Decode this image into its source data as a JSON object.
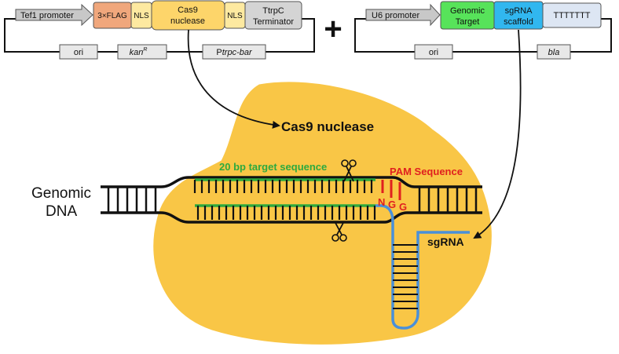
{
  "plasmid1": {
    "promoter": "Tef1 promoter",
    "flag": "3×FLAG",
    "nls1": "NLS",
    "cas9_line1": "Cas9",
    "cas9_line2": "nuclease",
    "nls2": "NLS",
    "term_line1": "TtrpC",
    "term_line2": "Terminator",
    "ori": "ori",
    "kan_main": "kan",
    "kan_sup": "R",
    "bar_p": "P",
    "bar_rest": "trpc-bar"
  },
  "plus": "+",
  "plasmid2": {
    "promoter": "U6 promoter",
    "target_line1": "Genomic",
    "target_line2": "Target",
    "scaffold_line1": "sgRNA",
    "scaffold_line2": "scaffold",
    "terminator": "TTTTTTT",
    "ori": "ori",
    "bla": "bla"
  },
  "labels": {
    "cas9": "Cas9 nuclease",
    "genomic1": "Genomic",
    "genomic2": "DNA",
    "target_seq": "20 bp target sequence",
    "pam": "PAM Sequence",
    "n": "N",
    "g1": "G",
    "g2": "G",
    "sgrna": "sgRNA"
  },
  "colors": {
    "cas9_blob": "#f9c646",
    "flag": "#f0a77c",
    "nls": "#fde9a0",
    "cas9_box": "#fdd56a",
    "terminator": "#d4d4d4",
    "genomic_target": "#57e35a",
    "sgrna_scaffold": "#31b7ef",
    "ttt_box": "#dde6f3",
    "target_strand": "#2eaa3f",
    "pam": "#e0201f",
    "sgrna_line": "#4a90d9"
  }
}
